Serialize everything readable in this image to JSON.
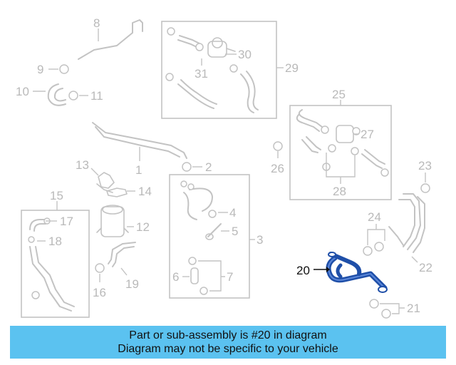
{
  "diagram": {
    "callouts": {
      "c1": "1",
      "c2": "2",
      "c3": "3",
      "c4": "4",
      "c5": "5",
      "c6": "6",
      "c7": "7",
      "c8": "8",
      "c9": "9",
      "c10": "10",
      "c11": "11",
      "c12": "12",
      "c13": "13",
      "c14": "14",
      "c15": "15",
      "c16": "16",
      "c17": "17",
      "c18": "18",
      "c19": "19",
      "c20": "20",
      "c21": "21",
      "c22": "22",
      "c23": "23",
      "c24": "24",
      "c25": "25",
      "c26": "26",
      "c27": "27",
      "c28": "28",
      "c29": "29",
      "c30": "30",
      "c31": "31"
    },
    "highlight_color": "#1f4fa8",
    "part_color": "#c3c3c3"
  },
  "banner": {
    "line1": "Part or sub-assembly is #20 in diagram",
    "line2": "Diagram may not be specific to your vehicle",
    "background": "#5bc2f0"
  }
}
